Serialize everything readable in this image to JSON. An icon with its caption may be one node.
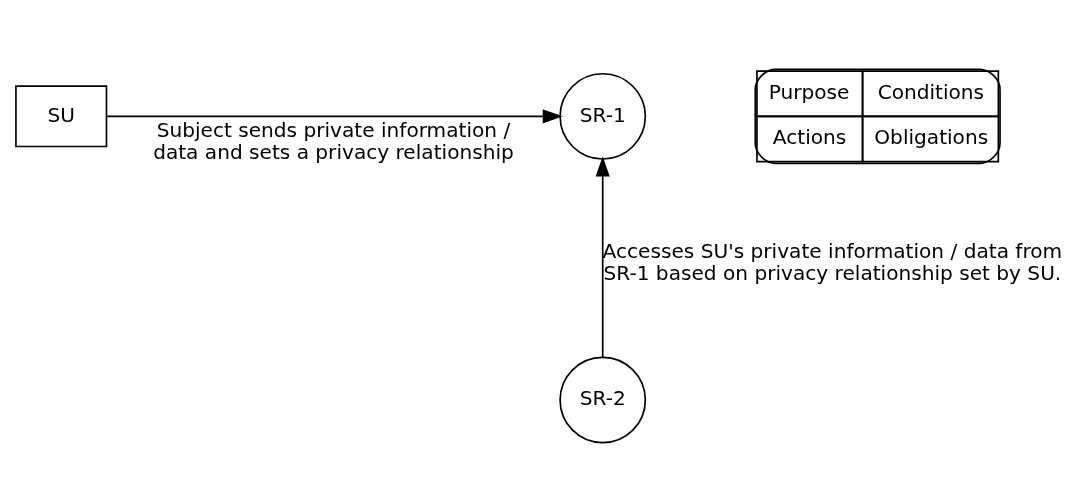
{
  "diagram": {
    "nodes": [
      {
        "text": [
          "SU"
        ]
      },
      {
        "text": [
          "SR-1"
        ]
      },
      {
        "text": [
          "SR-2"
        ]
      },
      {
        "text": [
          "Purpose",
          "Conditions",
          "Actions",
          "Obligations"
        ]
      }
    ],
    "edges": [
      {
        "from": 0,
        "to": 1,
        "arrow": "to",
        "label": "Subject sends private information / data and sets a privacy relationship"
      },
      {
        "from": 2,
        "to": 1,
        "arrow": "to",
        "label": "Accesses SU's private information / data from SR-1 based on privacy relationship set by SU."
      }
    ]
  }
}
